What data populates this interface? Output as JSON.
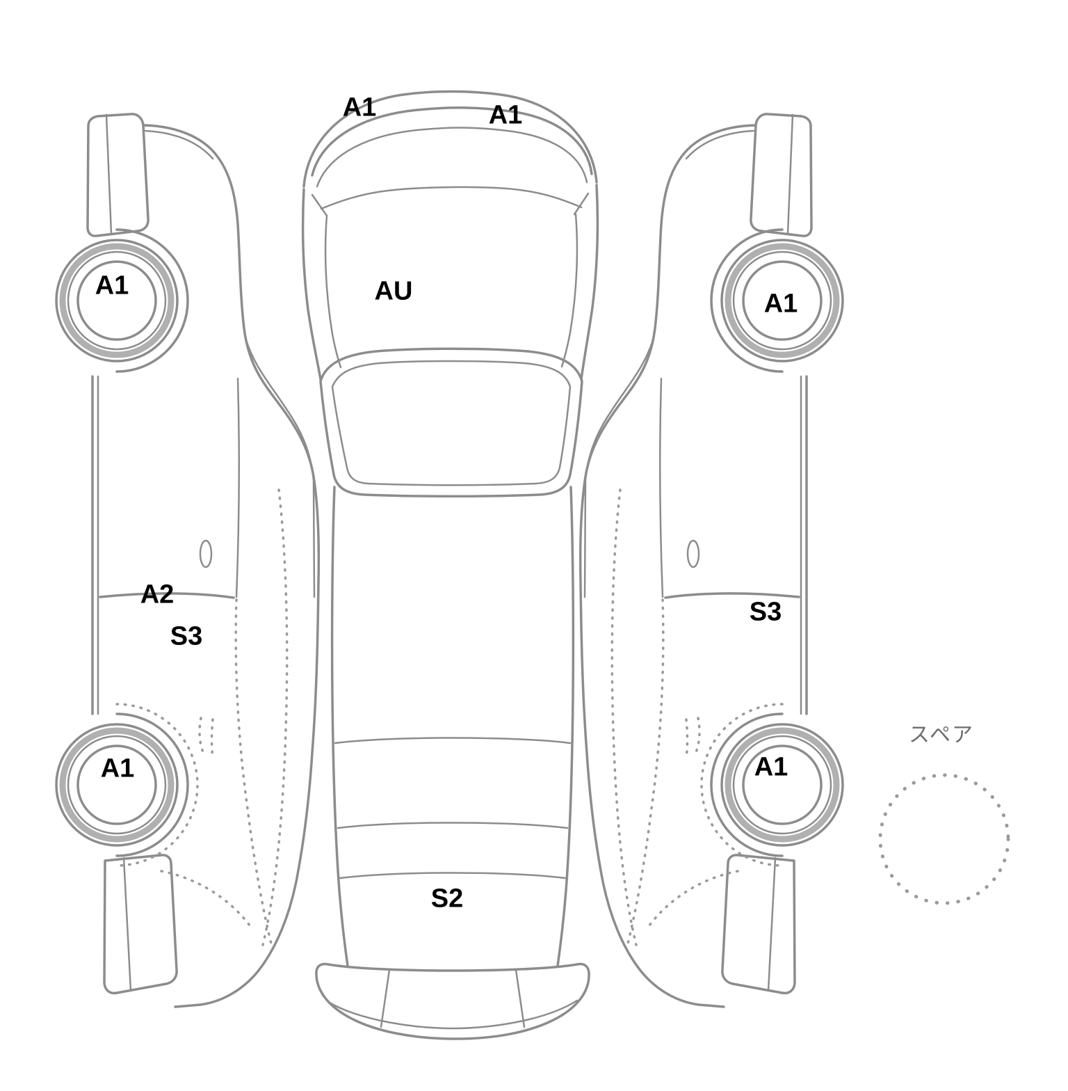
{
  "colors": {
    "background": "#ffffff",
    "line": "#8c8c8c",
    "label_text": "#000000",
    "spare_text": "#6e6e6e"
  },
  "labels": {
    "front_bumper_left": "A1",
    "front_bumper_right": "A1",
    "hood": "AU",
    "left_front_wheel": "A1",
    "left_door_upper": "A2",
    "left_door_lower": "S3",
    "left_rear_wheel": "A1",
    "right_front_wheel": "A1",
    "right_door": "S3",
    "right_rear_wheel": "A1",
    "trunk": "S2",
    "spare_tire": "スペア"
  }
}
